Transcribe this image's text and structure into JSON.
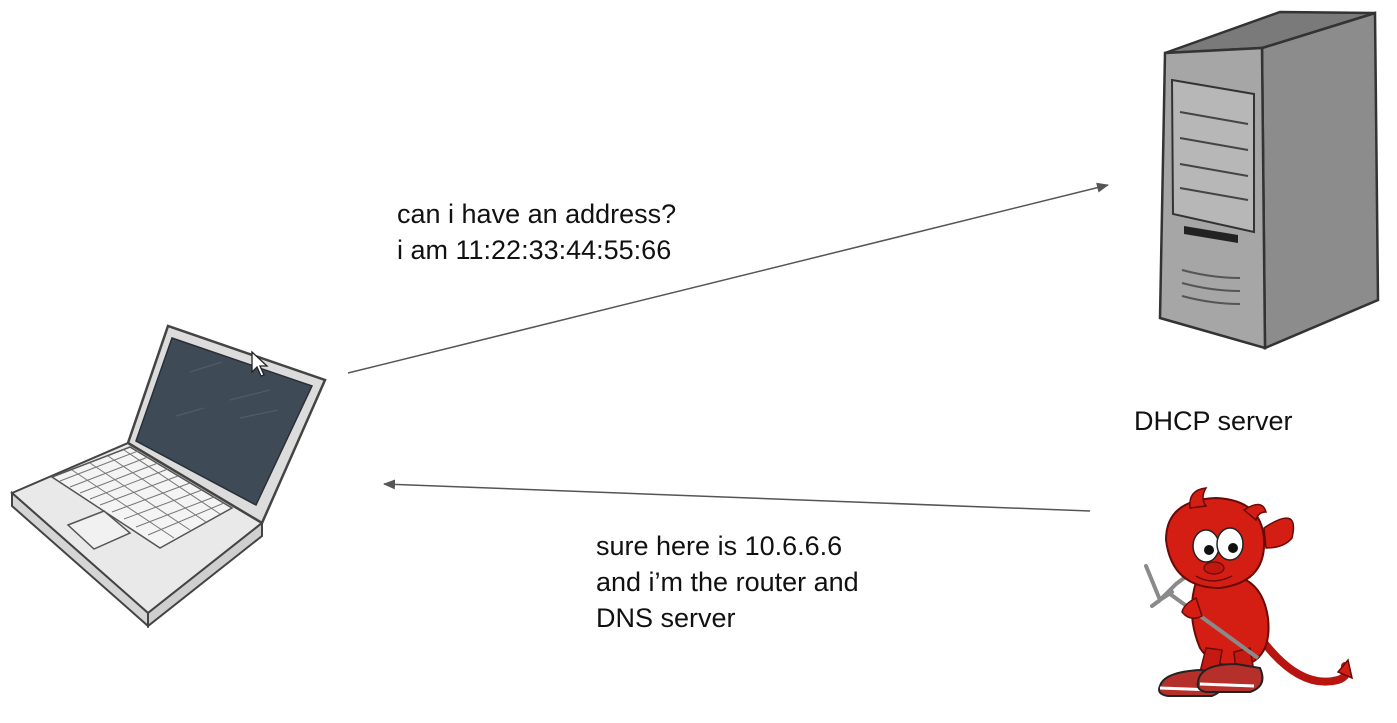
{
  "request_message": {
    "line1": "can i have an address?",
    "line2": "i am 11:22:33:44:55:66"
  },
  "reply_message": {
    "line1": "sure here is 10.6.6.6",
    "line2": "and i’m the router and",
    "line3": "DNS server"
  },
  "server": {
    "label": "DHCP server"
  },
  "colors": {
    "arrow": "#555555",
    "devil": "#d41e14",
    "server_body": "#9c9c9c",
    "laptop_screen": "#3f4a57"
  },
  "icons": [
    "laptop-icon",
    "server-tower-icon",
    "bsd-daemon-mascot",
    "mouse-cursor-icon"
  ]
}
